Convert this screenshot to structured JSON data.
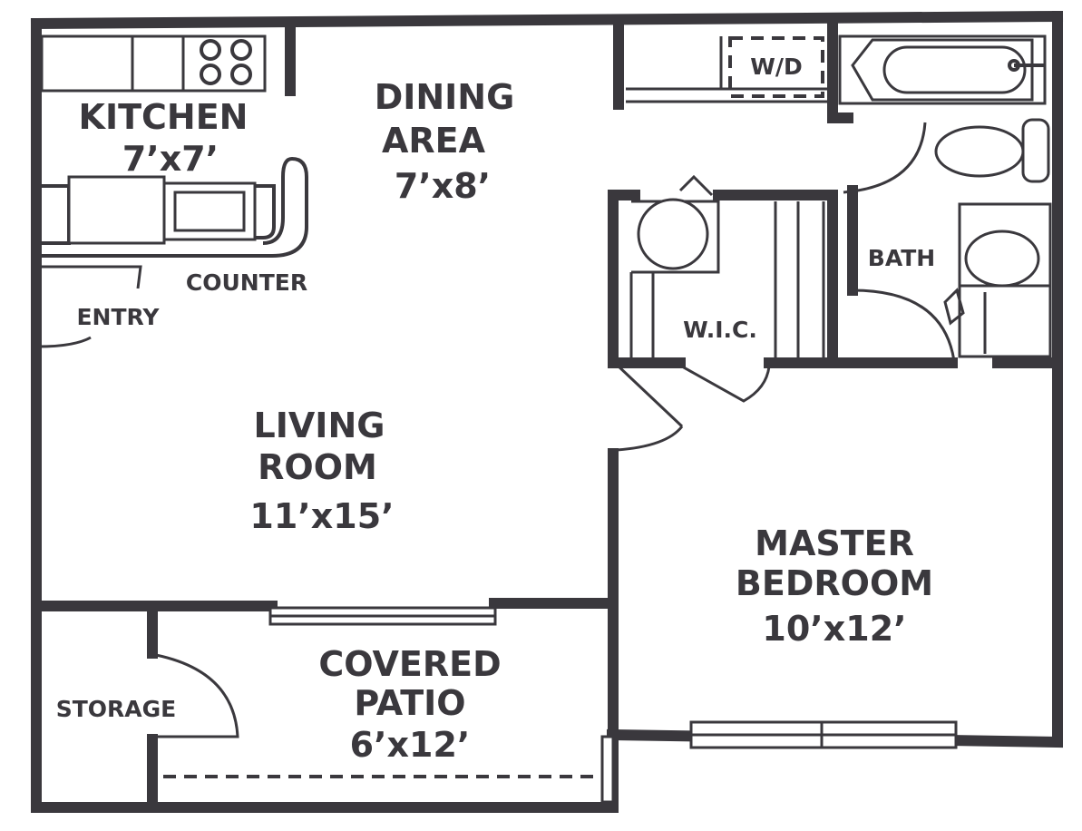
{
  "rooms": {
    "kitchen": {
      "name": "KITCHEN",
      "size": "7’x7’"
    },
    "dining": {
      "name_line1": "DINING",
      "name_line2": "AREA",
      "size": "7’x8’"
    },
    "living": {
      "name_line1": "LIVING",
      "name_line2": "ROOM",
      "size": "11’x15’"
    },
    "master": {
      "name_line1": "MASTER",
      "name_line2": "BEDROOM",
      "size": "10’x12’"
    },
    "patio": {
      "name_line1": "COVERED",
      "name_line2": "PATIO",
      "size": "6’x12’"
    },
    "bath": {
      "name": "BATH"
    },
    "wic": {
      "name": "W.I.C."
    },
    "storage": {
      "name": "STORAGE"
    },
    "entry": {
      "name": "ENTRY"
    },
    "counter": {
      "name": "COUNTER"
    },
    "laundry": {
      "name": "W/D"
    }
  },
  "colors": {
    "wall": "#3a383d",
    "background": "#ffffff"
  }
}
